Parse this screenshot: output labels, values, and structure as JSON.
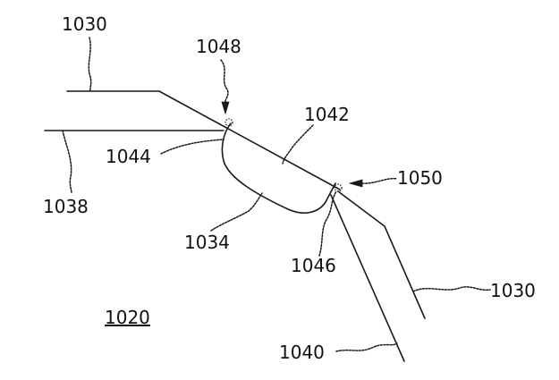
{
  "labels": {
    "l1030_top": "1030",
    "l1048": "1048",
    "l1042": "1042",
    "l1044": "1044",
    "l1050": "1050",
    "l1038": "1038",
    "l1034": "1034",
    "l1046": "1046",
    "l1030_right": "1030",
    "l1020": "1020",
    "l1040": "1040"
  }
}
